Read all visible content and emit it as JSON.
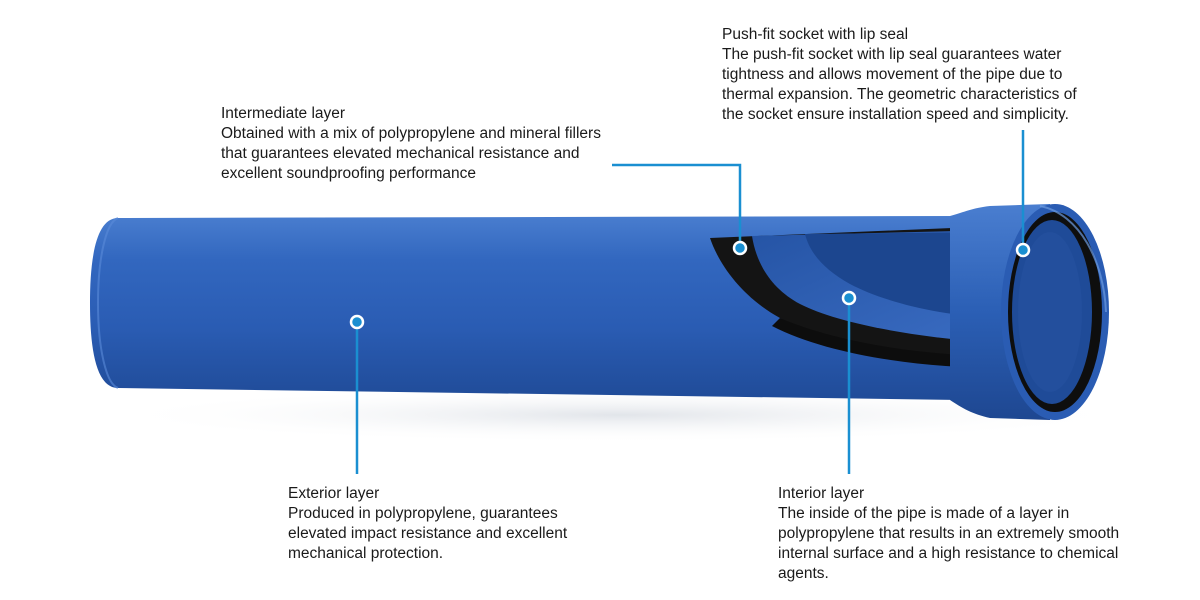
{
  "callouts": {
    "intermediate": {
      "title": "Intermediate layer",
      "body": "Obtained with a mix of polypropylene and mineral fillers that guarantees elevated mechanical resistance and excellent soundproofing performance"
    },
    "socket": {
      "title": "Push-fit socket with lip seal",
      "body": "The push-fit socket with lip seal guarantees water tightness and allows movement of the pipe due to thermal expansion. The geometric characteristics of the socket ensure installation speed and simplicity."
    },
    "exterior": {
      "title": "Exterior layer",
      "body": "Produced in polypropylene, guarantees elevated impact resistance and excellent mechanical protection."
    },
    "interior": {
      "title": "Interior layer",
      "body": "The inside of the pipe is made of a layer in polypropylene that results in an extremely smooth internal surface and a high resistance to chemical agents."
    }
  },
  "colors": {
    "pipe_blue": "#2b5fb5",
    "pipe_dark": "#1d4590",
    "intermediate_black": "#141414",
    "leader_blue": "#1a8fd1",
    "text": "#1a1a1a"
  }
}
